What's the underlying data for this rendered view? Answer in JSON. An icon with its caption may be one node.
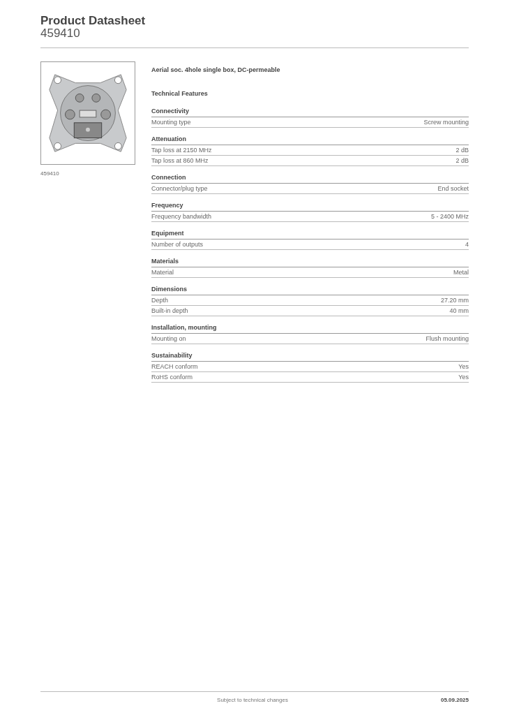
{
  "diagram": {
    "title": "Product Datasheet",
    "labels": [
      "459410",
      "459410",
      "Aerial soc. 4hole single box, DC-permeable",
      "Technical Features",
      "Connectivity",
      "Mounting type",
      "Screw mounting",
      "Attenuation",
      "Tap loss at 2150 MHz",
      "2 dB",
      "Tap loss at 860 MHz",
      "2 dB",
      "Connection",
      "Connector/plug type",
      "End socket",
      "Frequency",
      "Frequency bandwidth",
      "5 - 2400 MHz",
      "Equipment",
      "Number of outputs",
      "4",
      "Materials",
      "Material",
      "Metal",
      "Dimensions",
      "Depth",
      "27.20 mm",
      "Built-in depth",
      "40 mm",
      "Installation, mounting",
      "Mounting on",
      "Flush mounting",
      "Sustainability",
      "REACH conform",
      "Yes",
      "RoHS conform",
      "Yes",
      "Subject to technical changes",
      "05.09.2025"
    ]
  }
}
